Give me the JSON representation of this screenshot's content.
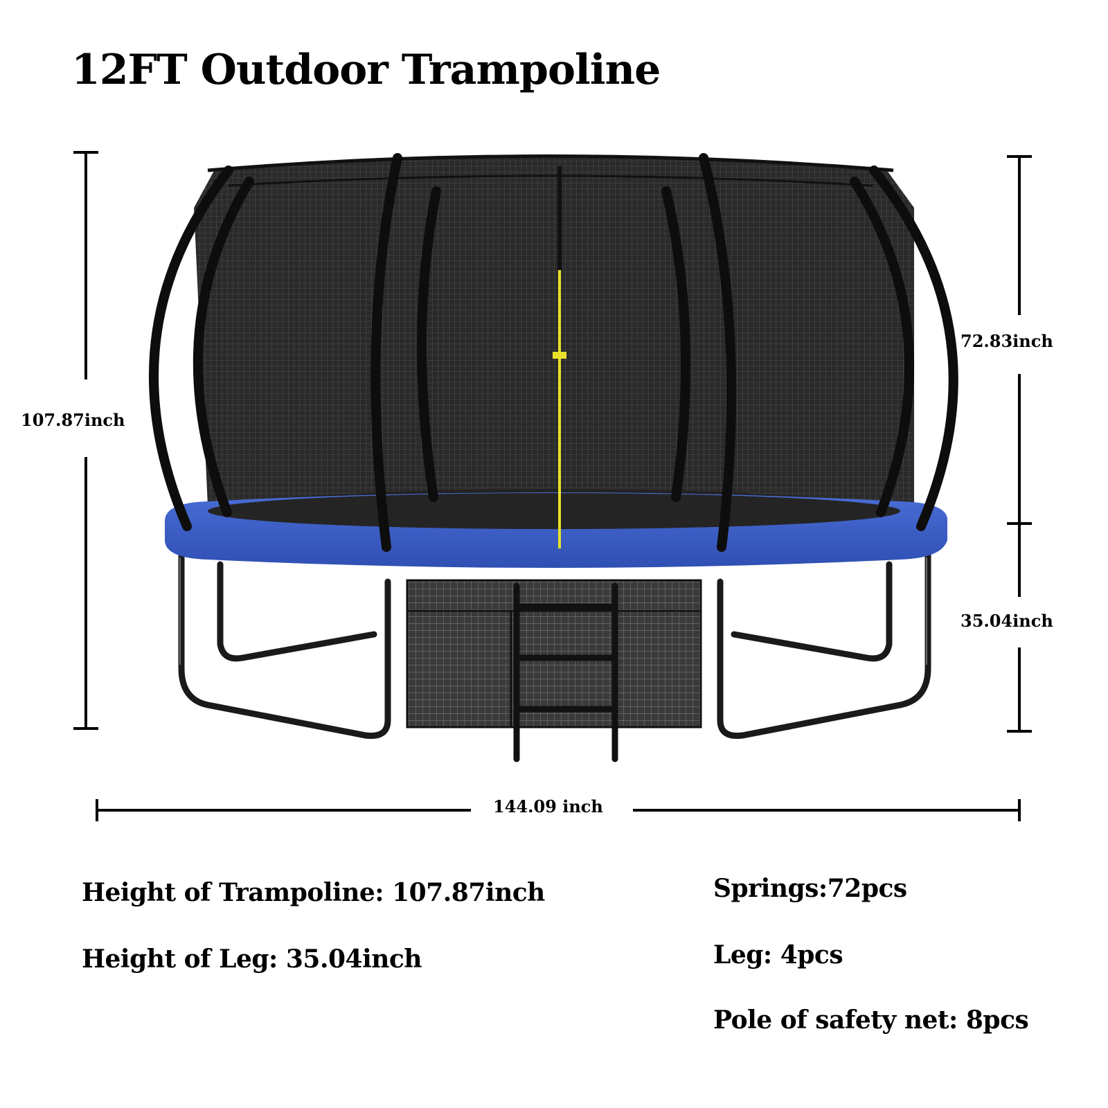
{
  "title": "12FT Outdoor Trampoline",
  "dimensions": {
    "total_height": "107.87inch",
    "net_height": "72.83inch",
    "leg_height": "35.04inch",
    "width": "144.09 inch"
  },
  "specs": {
    "height_of_trampoline": "Height of Trampoline:  107.87inch",
    "height_of_leg": "Height of Leg: 35.04inch",
    "springs": "Springs:72pcs",
    "leg": "Leg: 4pcs",
    "pole_of_safety_net": "Pole of safety net: 8pcs"
  },
  "colors": {
    "pad": "#3b5fc4",
    "net": "#2e2e2e",
    "frame": "#111111",
    "zipper": "#e8e02a"
  }
}
